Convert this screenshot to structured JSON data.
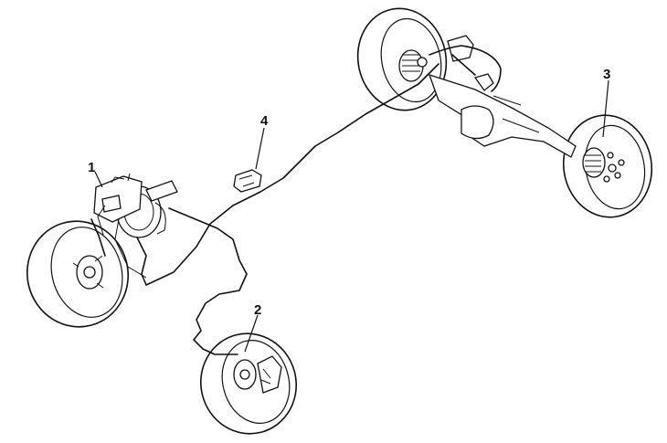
{
  "callouts": [
    {
      "id": "1",
      "label": "1"
    },
    {
      "id": "2",
      "label": "2"
    },
    {
      "id": "3",
      "label": "3"
    },
    {
      "id": "4",
      "label": "4"
    }
  ],
  "colors": {
    "ink": "#111111",
    "background": "#ffffff"
  }
}
